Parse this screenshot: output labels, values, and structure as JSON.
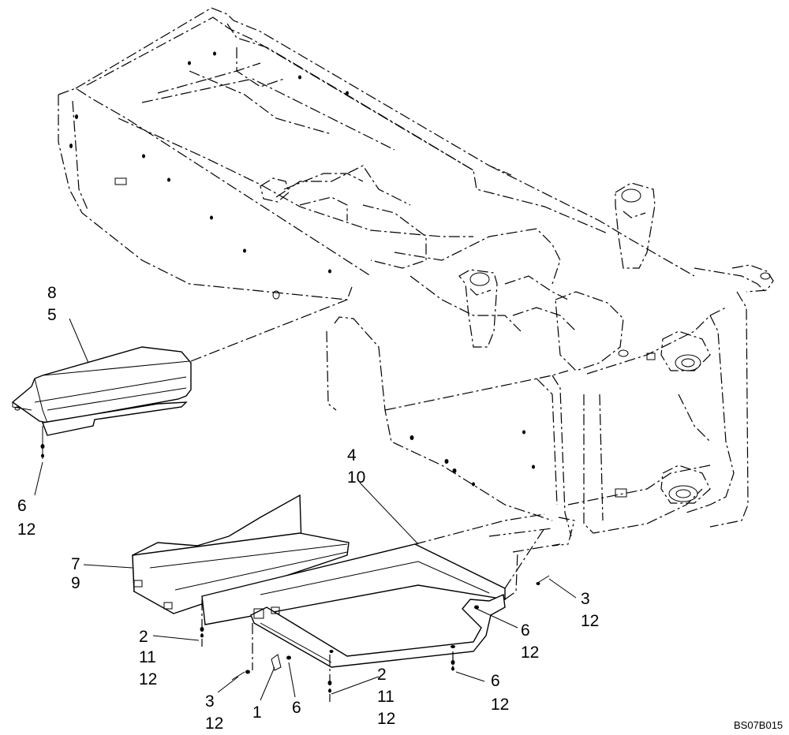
{
  "diagram": {
    "callouts": [
      {
        "id": "c8",
        "lines": [
          "8",
          "5"
        ]
      },
      {
        "id": "c6a",
        "lines": [
          "6",
          "12"
        ]
      },
      {
        "id": "c4",
        "lines": [
          "4",
          "10"
        ]
      },
      {
        "id": "c7",
        "lines": [
          "7",
          "9"
        ]
      },
      {
        "id": "c3a",
        "lines": [
          "3",
          "12"
        ]
      },
      {
        "id": "c6b",
        "lines": [
          "6",
          "12"
        ]
      },
      {
        "id": "c2a",
        "lines": [
          "2",
          "11",
          "12"
        ]
      },
      {
        "id": "c2b",
        "lines": [
          "2",
          "11",
          "12"
        ]
      },
      {
        "id": "c6c",
        "lines": [
          "6",
          "12"
        ]
      },
      {
        "id": "c3b",
        "lines": [
          "3",
          "12"
        ]
      },
      {
        "id": "c1",
        "lines": [
          "1"
        ]
      },
      {
        "id": "c6d",
        "lines": [
          "6"
        ]
      }
    ],
    "drawing_code": "BS07B015"
  }
}
